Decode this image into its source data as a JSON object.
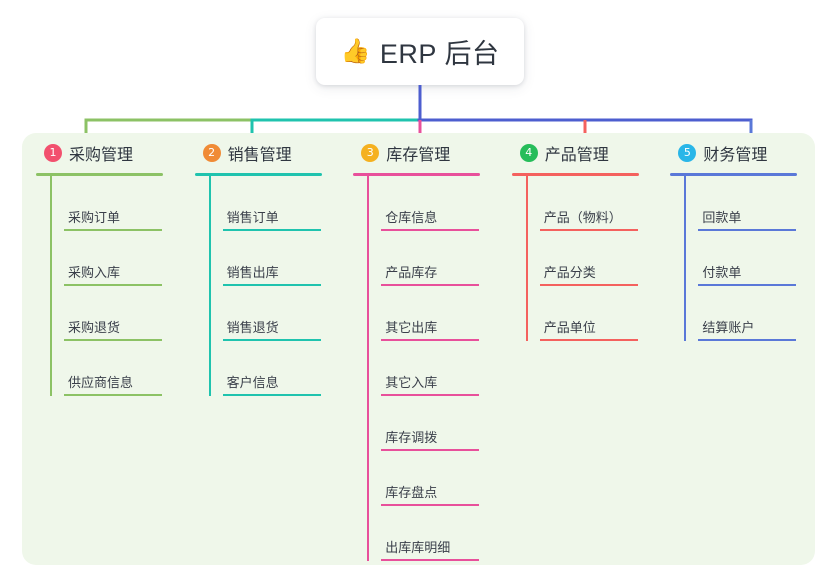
{
  "root": {
    "emoji": "👍",
    "emoji_name": "thumbs-up-icon",
    "title": "ERP 后台"
  },
  "palette": {
    "canvas": "#ffffff",
    "panel": "#eff7ea",
    "text": "#2f3640",
    "trunk": "#4d5ecf"
  },
  "columns": [
    {
      "number": "1",
      "title": "采购管理",
      "line_color": "#8cc265",
      "badge_color": "#f2506e",
      "items": [
        {
          "label": "采购订单"
        },
        {
          "label": "采购入库"
        },
        {
          "label": "采购退货"
        },
        {
          "label": "供应商信息"
        }
      ]
    },
    {
      "number": "2",
      "title": "销售管理",
      "line_color": "#1fc3ae",
      "badge_color": "#f08b36",
      "items": [
        {
          "label": "销售订单"
        },
        {
          "label": "销售出库"
        },
        {
          "label": "销售退货"
        },
        {
          "label": "客户信息"
        }
      ]
    },
    {
      "number": "3",
      "title": "库存管理",
      "line_color": "#e8509b",
      "badge_color": "#f5b120",
      "items": [
        {
          "label": "仓库信息"
        },
        {
          "label": "产品库存"
        },
        {
          "label": "其它出库"
        },
        {
          "label": "其它入库"
        },
        {
          "label": "库存调拨"
        },
        {
          "label": "库存盘点"
        },
        {
          "label": "出库库明细"
        }
      ]
    },
    {
      "number": "4",
      "title": "产品管理",
      "line_color": "#f4615e",
      "badge_color": "#26bd5a",
      "items": [
        {
          "label": "产品（物料）"
        },
        {
          "label": "产品分类"
        },
        {
          "label": "产品单位"
        }
      ]
    },
    {
      "number": "5",
      "title": "财务管理",
      "line_color": "#5a78d8",
      "badge_color": "#29b6e8",
      "items": [
        {
          "label": "回款单"
        },
        {
          "label": "付款单"
        },
        {
          "label": "结算账户"
        }
      ]
    }
  ]
}
